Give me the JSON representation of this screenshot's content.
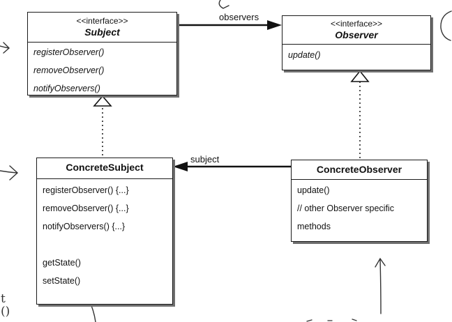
{
  "subject_interface": {
    "stereotype": "<<interface>>",
    "name": "Subject",
    "operations": [
      "registerObserver()",
      "removeObserver()",
      "notifyObservers()"
    ]
  },
  "observer_interface": {
    "stereotype": "<<interface>>",
    "name": "Observer",
    "operations": [
      "update()"
    ]
  },
  "concrete_subject": {
    "name": "ConcreteSubject",
    "operations": [
      "registerObserver() {...}",
      "removeObserver() {...}",
      "notifyObservers() {...}",
      "",
      "getState()",
      "setState()"
    ]
  },
  "concrete_observer": {
    "name": "ConcreteObserver",
    "operations": [
      "update()",
      "// other Observer specific",
      "methods"
    ]
  },
  "associations": {
    "observers_label": "observers",
    "subject_label": "subject"
  },
  "margin_text": [
    "t",
    "()"
  ]
}
